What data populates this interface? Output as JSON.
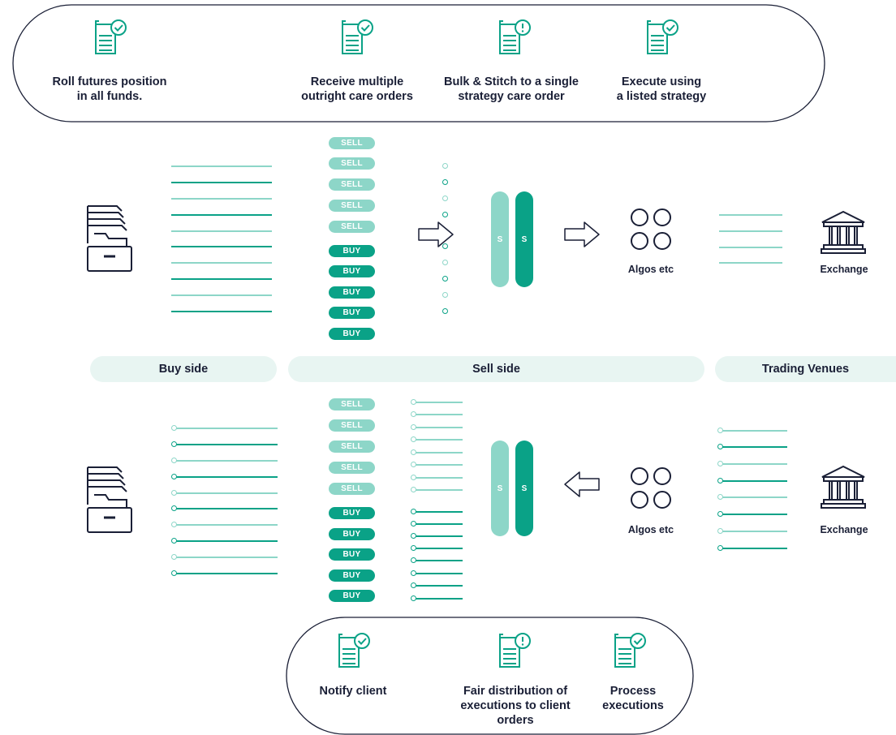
{
  "top_steps": [
    {
      "label": "Roll futures position\nin all funds.",
      "icon": "document-check-icon"
    },
    {
      "label": "Receive multiple\noutright care orders",
      "icon": "document-check-icon"
    },
    {
      "label": "Bulk & Stitch to a single\nstrategy care order",
      "icon": "document-alert-icon"
    },
    {
      "label": "Execute using\na listed strategy",
      "icon": "document-check-icon"
    }
  ],
  "bottom_steps": [
    {
      "label": "Notify client",
      "icon": "document-check-icon"
    },
    {
      "label": "Fair distribution of\nexecutions to client\norders",
      "icon": "document-alert-icon"
    },
    {
      "label": "Process\nexecutions",
      "icon": "document-check-icon"
    }
  ],
  "bands": {
    "buy_side": "Buy side",
    "sell_side": "Sell side",
    "trading_venues": "Trading Venues"
  },
  "orders": {
    "sell_label": "SELL",
    "buy_label": "BUY",
    "sell_count": 5,
    "buy_count": 5
  },
  "strategy_bar_label": "S",
  "algos_label_top": "Algos etc",
  "algos_label_bottom": "Algos etc",
  "exchange_label_top": "Exchange",
  "exchange_label_bottom": "Exchange",
  "colors": {
    "light_teal": "#8dd6c8",
    "dark_teal": "#0aa287",
    "navy": "#1a1f36",
    "band": "#e8f5f2"
  },
  "icons": [
    "filing-cabinet-icon",
    "arrow-right-icon",
    "arrow-left-icon",
    "algos-circles-icon",
    "bank-building-icon"
  ]
}
